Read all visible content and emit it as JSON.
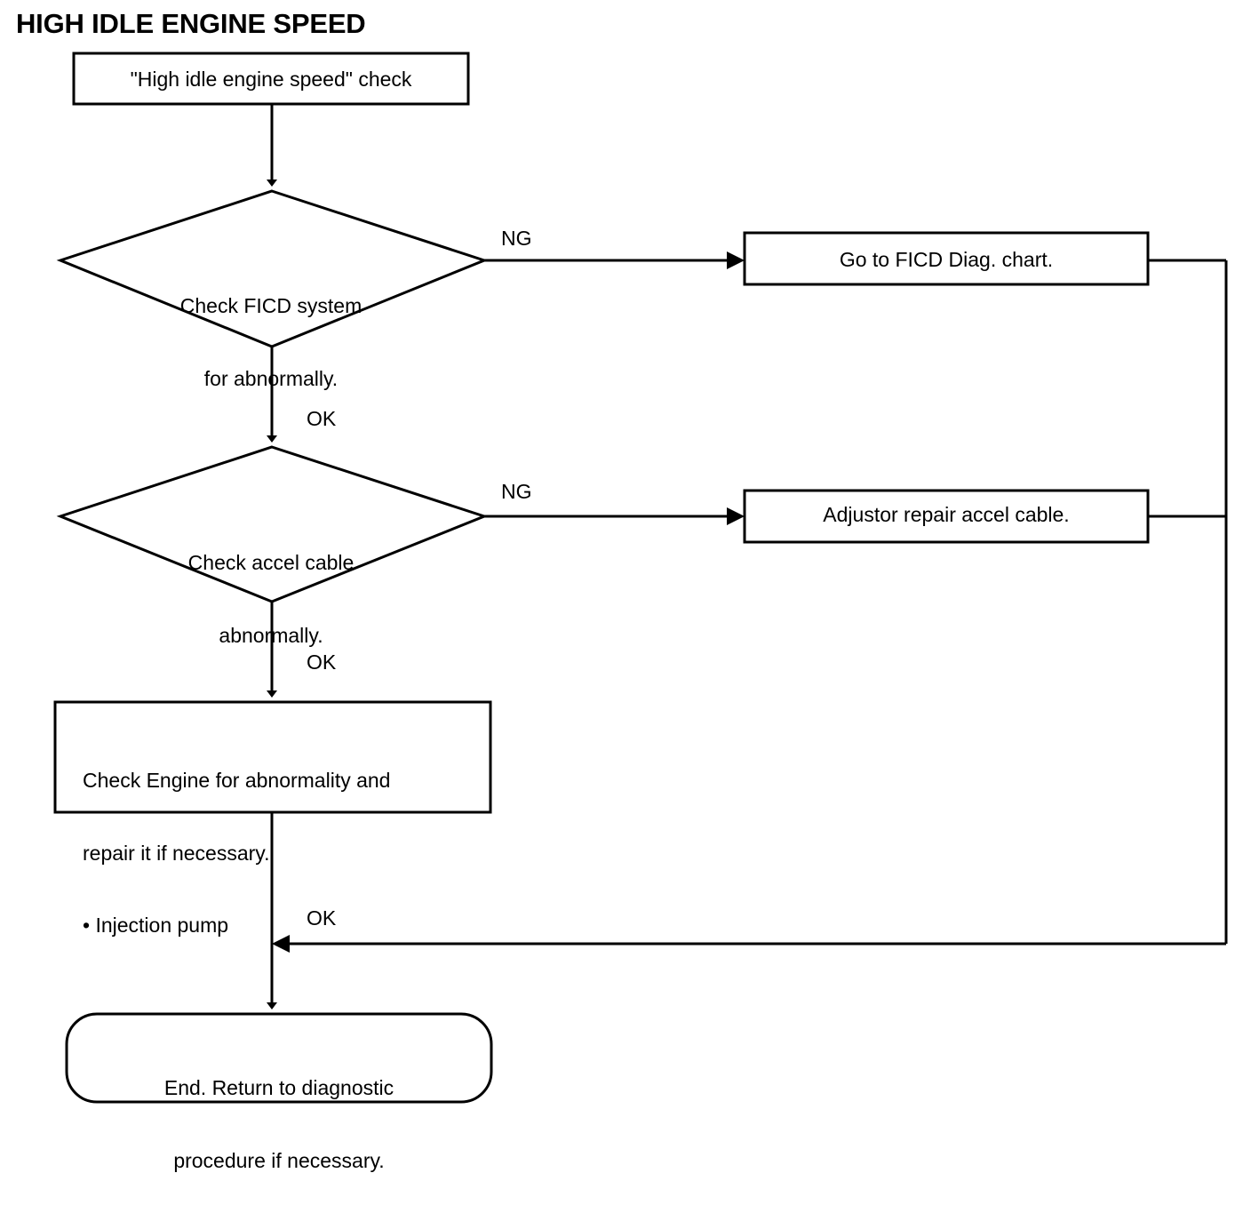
{
  "title": "HIGH IDLE ENGINE SPEED",
  "chart_data": {
    "type": "diagram",
    "diagram_kind": "flowchart",
    "title": "HIGH IDLE ENGINE SPEED",
    "nodes": [
      {
        "id": "start",
        "shape": "rectangle",
        "text": "\"High idle engine speed\" check"
      },
      {
        "id": "check_ficd",
        "shape": "diamond",
        "text": "Check FICD system\nfor abnormally."
      },
      {
        "id": "ficd_chart",
        "shape": "rectangle",
        "text": "Go to FICD Diag. chart."
      },
      {
        "id": "check_accel",
        "shape": "diamond",
        "text": "Check accel cable\nabnormally."
      },
      {
        "id": "accel_fix",
        "shape": "rectangle",
        "text": "Adjustor repair accel cable."
      },
      {
        "id": "check_eng",
        "shape": "rectangle",
        "text": "Check Engine for abnormality and\nrepair it if necessary.\n• Injection pump"
      },
      {
        "id": "end",
        "shape": "rounded-rectangle",
        "text": "End. Return to diagnostic\nprocedure if necessary."
      }
    ],
    "edges": [
      {
        "from": "start",
        "to": "check_ficd",
        "label": ""
      },
      {
        "from": "check_ficd",
        "to": "ficd_chart",
        "label": "NG"
      },
      {
        "from": "check_ficd",
        "to": "check_accel",
        "label": "OK"
      },
      {
        "from": "check_accel",
        "to": "accel_fix",
        "label": "NG"
      },
      {
        "from": "check_accel",
        "to": "check_eng",
        "label": "OK"
      },
      {
        "from": "check_eng",
        "to": "end",
        "label": "OK"
      },
      {
        "from": "ficd_chart",
        "to": "end",
        "label": ""
      },
      {
        "from": "accel_fix",
        "to": "end",
        "label": ""
      }
    ]
  },
  "nodes": {
    "start_box": {
      "text": "\"High idle engine speed\" check"
    },
    "decision_ficd": {
      "line1": "Check FICD system",
      "line2": "for abnormally."
    },
    "decision_accel": {
      "line1": "Check accel cable",
      "line2": "abnormally."
    },
    "ficd_chart_box": {
      "text": "Go to FICD Diag. chart."
    },
    "accel_fix_box": {
      "text": "Adjustor repair accel cable."
    },
    "engine_box": {
      "line1": "Check Engine for abnormality and",
      "line2": "repair it if necessary.",
      "line3": "• Injection pump"
    },
    "end_box": {
      "line1": "End. Return to diagnostic",
      "line2": "procedure if necessary."
    }
  },
  "edge_labels": {
    "ng_1": "NG",
    "ng_2": "NG",
    "ok_1": "OK",
    "ok_2": "OK",
    "ok_3": "OK"
  },
  "colors": {
    "stroke": "#000000",
    "fill": "#ffffff",
    "text": "#000000"
  }
}
